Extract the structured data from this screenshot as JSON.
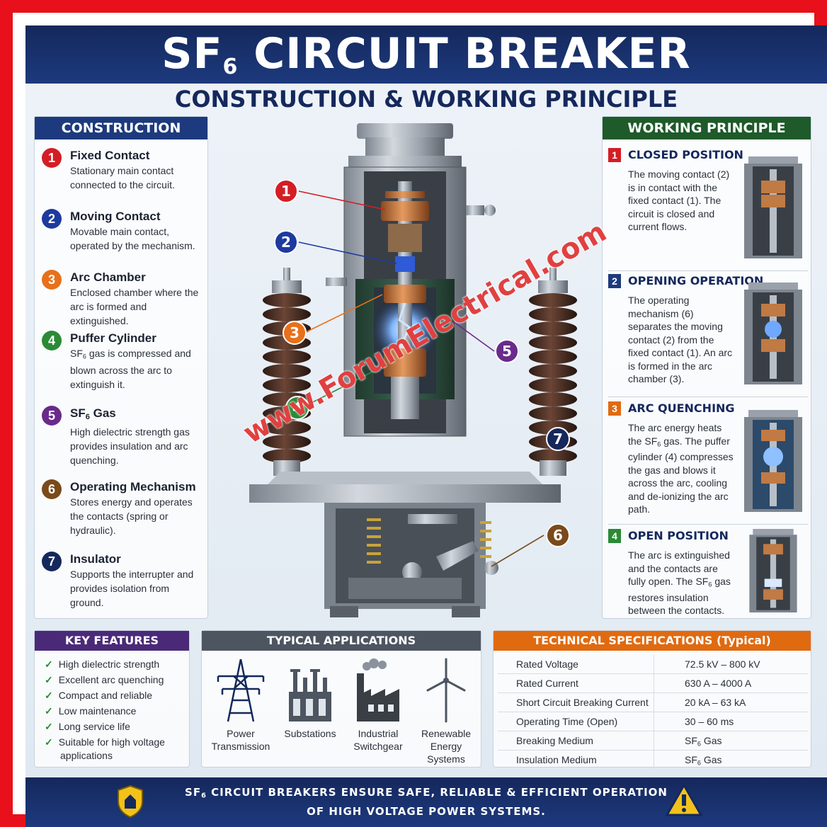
{
  "header": {
    "title_main": "SF",
    "title_sub": "6",
    "title_rest": " CIRCUIT BREAKER",
    "subtitle": "CONSTRUCTION & WORKING PRINCIPLE"
  },
  "construction": {
    "heading": "CONSTRUCTION",
    "items": [
      {
        "num": "1",
        "title": "Fixed Contact",
        "desc": "Stationary main contact connected to the circuit.",
        "color": "#d31e25"
      },
      {
        "num": "2",
        "title": "Moving Contact",
        "desc": "Movable main contact, operated by the mechanism.",
        "color": "#1d3a9e"
      },
      {
        "num": "3",
        "title": "Arc Chamber",
        "desc": "Enclosed chamber where the arc is formed and extinguished.",
        "color": "#e8701a"
      },
      {
        "num": "4",
        "title": "Puffer Cylinder",
        "desc_pre": "SF",
        "desc_sub": "6",
        "desc": " gas is compressed and blown across the arc to extinguish it.",
        "color": "#2b8a36"
      },
      {
        "num": "5",
        "title_pre": "SF",
        "title_sub": "6",
        "title": " Gas",
        "desc": "High dielectric strength gas provides insulation and arc quenching.",
        "color": "#6a2a8a"
      },
      {
        "num": "6",
        "title": "Operating Mechanism",
        "desc": "Stores energy and operates the contacts (spring or hydraulic).",
        "color": "#7a4a1a"
      },
      {
        "num": "7",
        "title": "Insulator",
        "desc": "Supports the interrupter and provides isolation from ground.",
        "color": "#15285c"
      }
    ]
  },
  "working": {
    "heading": "WORKING PRINCIPLE",
    "items": [
      {
        "num": "1",
        "title": "CLOSED POSITION",
        "desc": "The moving contact (2) is in contact with the fixed contact (1). The circuit is closed and current flows."
      },
      {
        "num": "2",
        "title": "OPENING OPERATION",
        "desc": "The operating mechanism (6) separates the moving contact (2) from the fixed contact (1). An arc is formed in the arc chamber (3)."
      },
      {
        "num": "3",
        "title": "ARC QUENCHING",
        "desc_pre": "The arc energy heats the SF",
        "desc_sub": "6",
        "desc": " gas. The puffer cylinder (4) compresses the gas and blows it across the arc, cooling and de-ionizing the arc path."
      },
      {
        "num": "4",
        "title": "OPEN POSITION",
        "desc_pre": "The arc is extinguished and the contacts are fully open. The SF",
        "desc_sub": "6",
        "desc": " gas restores insulation between the contacts."
      }
    ]
  },
  "diagram": {
    "callouts": [
      "1",
      "2",
      "3",
      "4",
      "5",
      "6",
      "7"
    ]
  },
  "features": {
    "heading": "KEY FEATURES",
    "items": [
      "High dielectric strength",
      "Excellent arc quenching",
      "Compact and reliable",
      "Low maintenance",
      "Long service life",
      "Suitable for high voltage",
      "applications"
    ]
  },
  "applications": {
    "heading": "TYPICAL APPLICATIONS",
    "items": [
      {
        "line1": "Power",
        "line2": "Transmission"
      },
      {
        "line1": "Substations",
        "line2": ""
      },
      {
        "line1": "Industrial",
        "line2": "Switchgear"
      },
      {
        "line1": "Renewable",
        "line2": "Energy Systems"
      }
    ]
  },
  "specs": {
    "heading": "TECHNICAL SPECIFICATIONS (Typical)",
    "rows": [
      {
        "k": "Rated Voltage",
        "v": "72.5 kV – 800 kV"
      },
      {
        "k": "Rated Current",
        "v": "630 A – 4000 A"
      },
      {
        "k": "Short Circuit Breaking Current",
        "v": "20 kA – 63 kA"
      },
      {
        "k": "Operating Time (Open)",
        "v": "30 – 60 ms"
      },
      {
        "k": "Breaking Medium",
        "v_pre": "SF",
        "v_sub": "6",
        "v": " Gas"
      },
      {
        "k": "Insulation Medium",
        "v_pre": "SF",
        "v_sub": "6",
        "v": " Gas"
      }
    ]
  },
  "footer": {
    "line1_pre": "SF",
    "line1_sub": "6",
    "line1": " CIRCUIT BREAKERS ENSURE SAFE, RELIABLE & EFFICIENT OPERATION",
    "line2": "OF HIGH VOLTAGE POWER SYSTEMS."
  },
  "watermark": "www.ForumElectrical.com",
  "colors": {
    "frame": "#e8101a",
    "navy": "#15285c",
    "green_head": "#1e5a2a",
    "purple_head": "#4a2a78",
    "gray_head": "#4d5561",
    "orange_head": "#e06a10"
  }
}
